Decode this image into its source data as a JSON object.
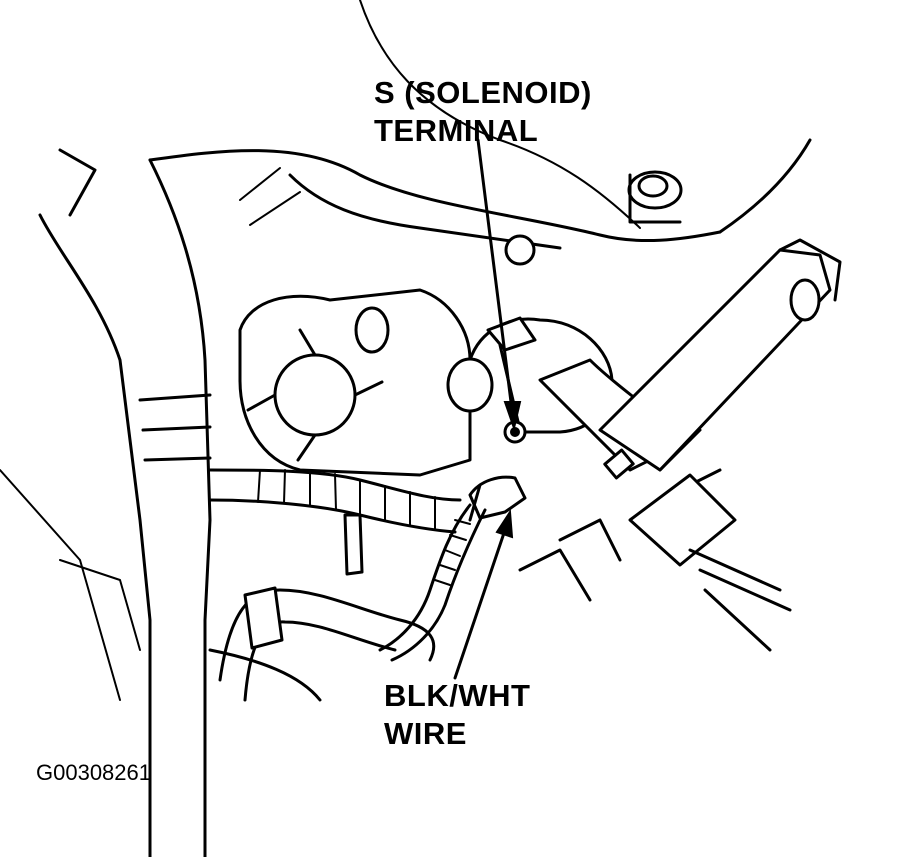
{
  "diagram": {
    "callouts": {
      "solenoid_terminal": [
        "S (SOLENOID)",
        "TERMINAL"
      ],
      "blk_wht_wire": [
        "BLK/WHT",
        "WIRE"
      ]
    },
    "figure_id": "G00308261"
  }
}
